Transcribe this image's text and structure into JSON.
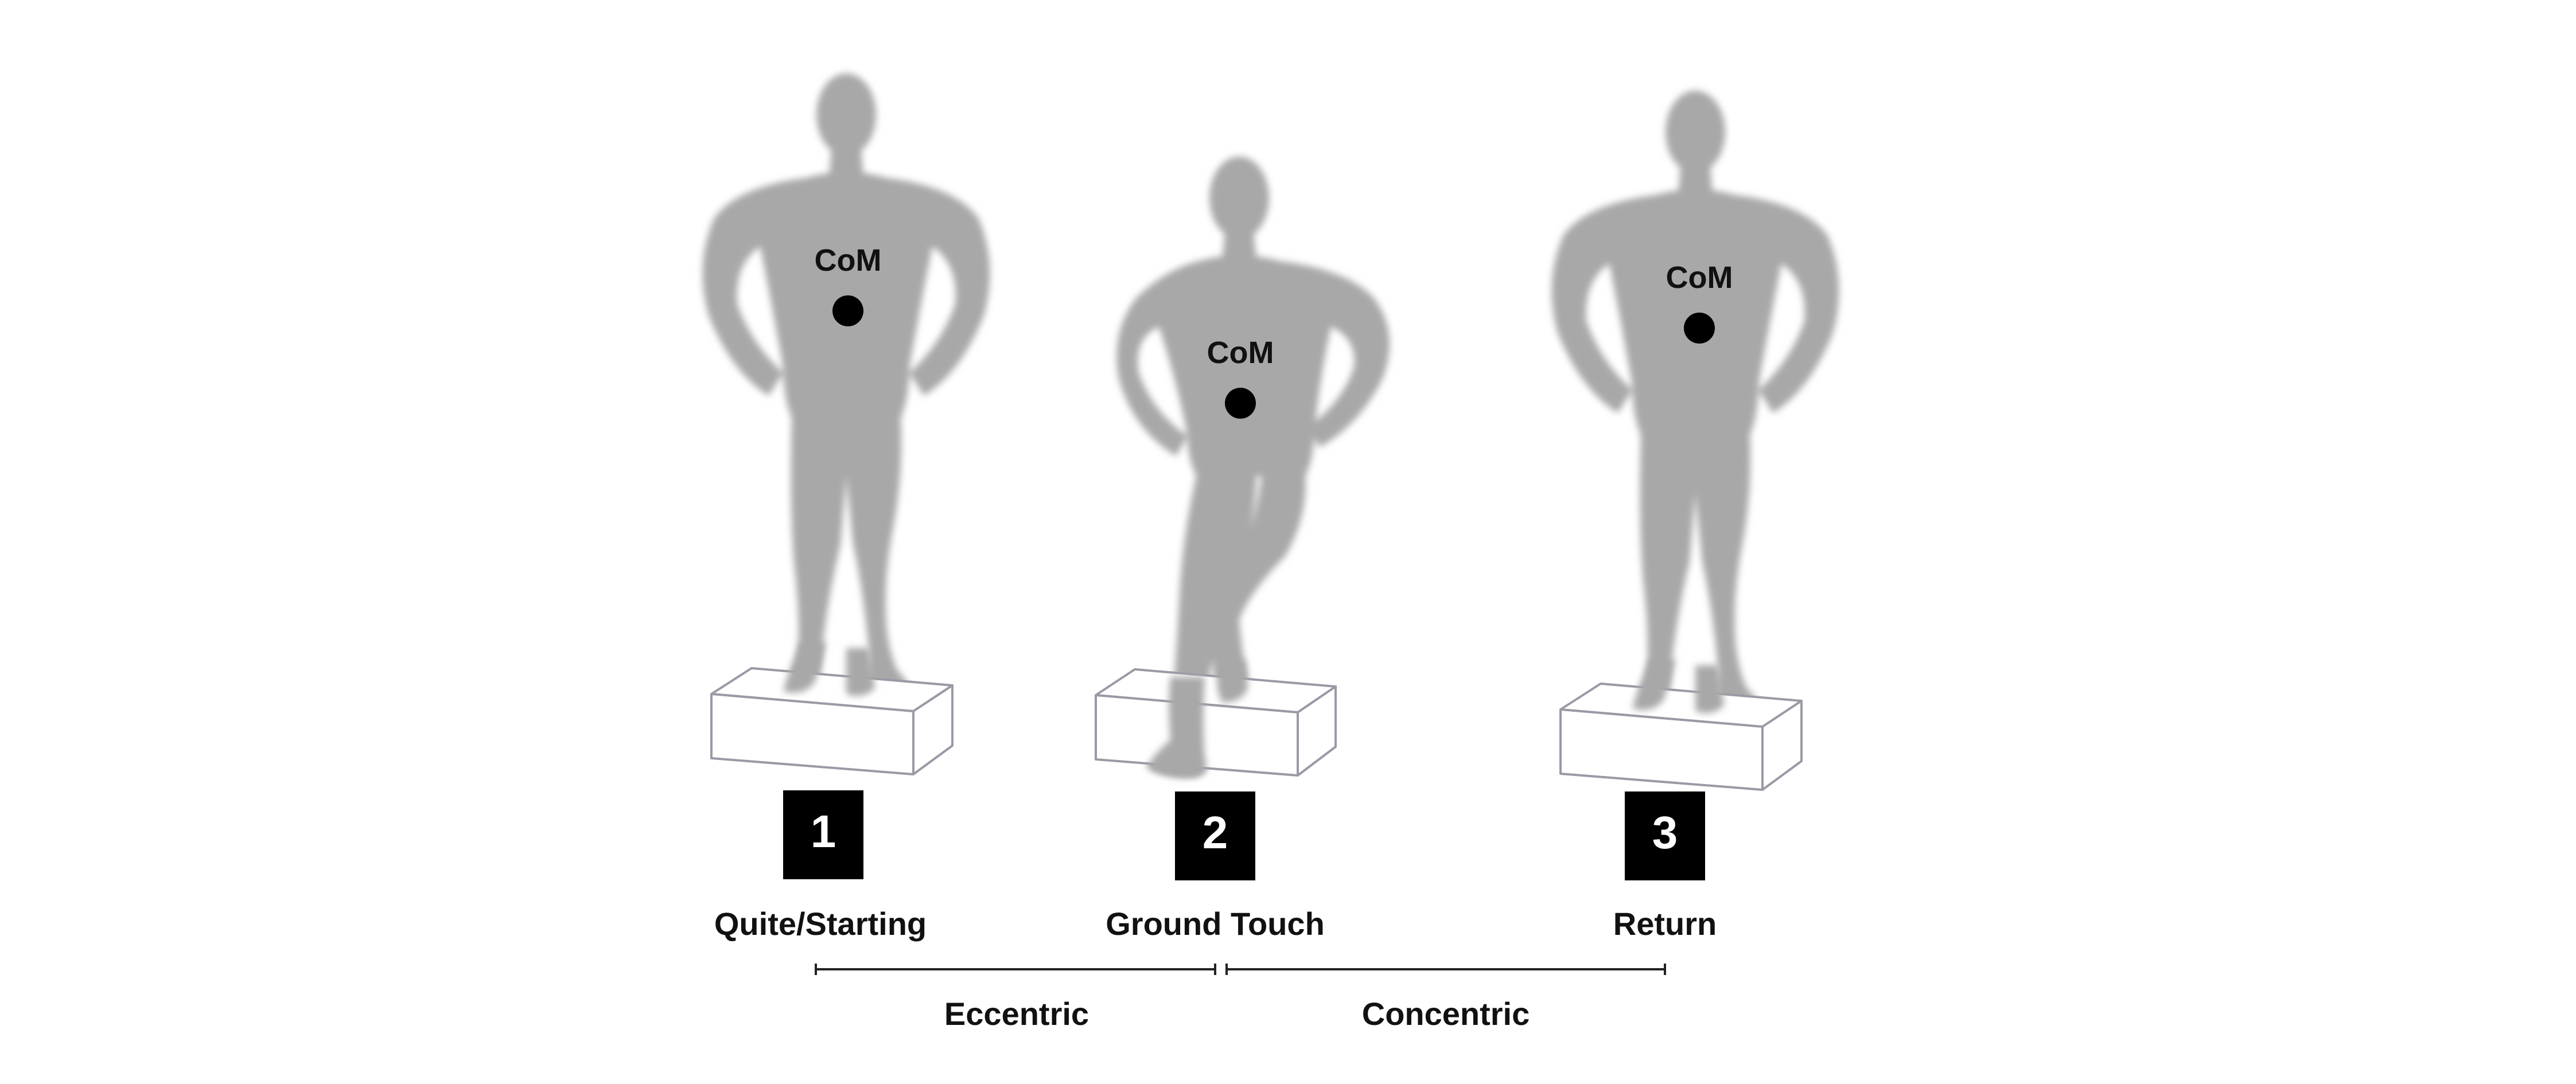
{
  "com_label": "CoM",
  "steps": [
    {
      "number": "1",
      "label": "Quite/Starting"
    },
    {
      "number": "2",
      "label": "Ground Touch"
    },
    {
      "number": "3",
      "label": "Return"
    }
  ],
  "phases": [
    {
      "label": "Eccentric"
    },
    {
      "label": "Concentric"
    }
  ],
  "colors": {
    "silhouette": "#a8a8a8",
    "box_stroke": "#9a9aa6",
    "marker": "#000000",
    "text": "#111111"
  }
}
